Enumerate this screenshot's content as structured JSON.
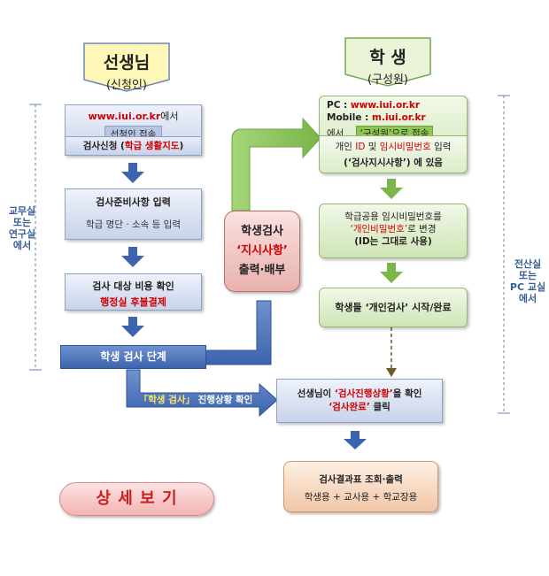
{
  "teacher": {
    "title": "선생님",
    "subtitle": "(신청인)"
  },
  "student": {
    "title": "학 생",
    "subtitle": "(구성원)"
  },
  "left_side_label": [
    "교무실",
    "또는",
    "연구실",
    "에서"
  ],
  "right_side_label": [
    "전산실",
    "또는",
    "PC 교실",
    "에서"
  ],
  "box_site": {
    "url_prefix": "www.iui.or.kr",
    "url_suffix": "에서",
    "badge": "선청인 접속",
    "bar_prefix": "검사신청 (",
    "bar_red": "학급 생활지도",
    "bar_suffix": ")"
  },
  "box_prep": {
    "title": "검사준비사항 입력",
    "sub": "학급 명단 · 소속 등 입력"
  },
  "box_cost": {
    "line1": "검사 대상 비용 확인",
    "line2": "행정실 후불결제"
  },
  "bar_stage": "학생 검사 단계",
  "center_box": {
    "line1": "학생검사",
    "line2": "‘지시사항’",
    "line3": "출력·배부"
  },
  "progress_label": {
    "prefix": "「학생 검사」",
    "suffix": " 진행상황 확인"
  },
  "green_login": {
    "pc_label": "PC :",
    "pc_url": "www.iui.or.kr",
    "mobile_label": "Mobile :",
    "mobile_url": "m.iui.or.kr",
    "at": "에서",
    "badge": "‘구성원’",
    "badge_suffix": "으로 접속",
    "line_id_pre": "개인 ",
    "line_id": "ID",
    "line_id_mid": " 및 ",
    "line_pw": "임시비밀번호",
    "line_id_post": " 입력",
    "line_bottom": "(‘검사지시사항’) 에 있음"
  },
  "green_pw": {
    "line1": "학급공용 임시비밀번호를",
    "line2_red": "‘개인비밀번호’",
    "line2": "로 변경",
    "line3": "(ID는 그대로 사용)"
  },
  "green_start": "학생들 ‘개인검사’ 시작/완료",
  "confirm_box": {
    "pre": "선생님이 ",
    "red1": "‘검사진행상황’",
    "mid": "을 확인",
    "red2": "‘검사완료’",
    "post": " 클릭"
  },
  "result_box": {
    "title": "검사결과표 조회·출력",
    "sub": "학생용 + 교사용 + 학교장용"
  },
  "detail_button": "상 세 보 기"
}
